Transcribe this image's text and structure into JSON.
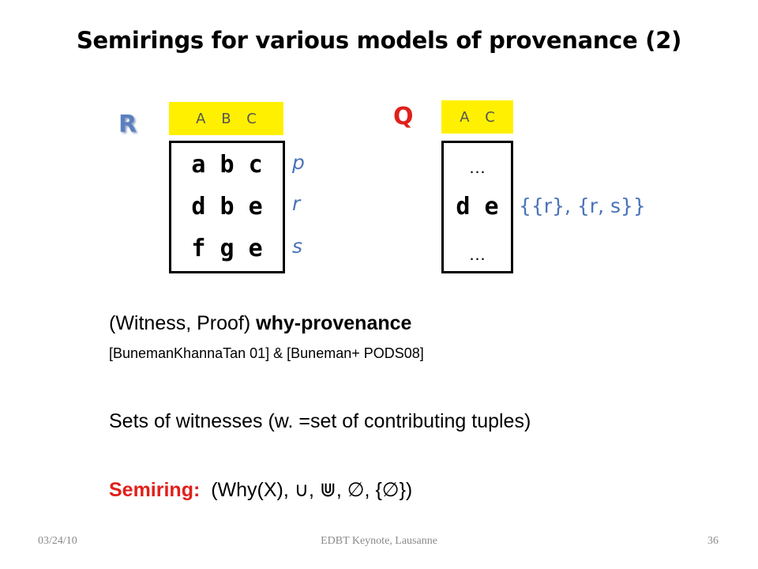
{
  "slide": {
    "title": "Semirings for various models of provenance (2)",
    "relation_R": {
      "label": "R",
      "header": "A B C",
      "rows": [
        "a b c",
        "d b e",
        "f g e"
      ],
      "annotations": [
        "p",
        "r",
        "s"
      ]
    },
    "relation_Q": {
      "label": "Q",
      "header": "A C",
      "rows": [
        "…",
        "d e",
        "…"
      ],
      "annotation": "{{r}, {r, s}}"
    },
    "line1_plain": "(Witness, Proof) ",
    "line1_bold": "why-provenance",
    "line2": "[BunemanKhannaTan 01] & [Buneman+ PODS08]",
    "line3": "Sets of witnesses (w. =set of contributing tuples)",
    "semiring_label": "Semiring:",
    "semiring_value": "(Why(X), ∪, ⋓, ∅, {∅})"
  },
  "footer": {
    "date": "03/24/10",
    "center": "EDBT Keynote, Lausanne",
    "page": "36"
  },
  "colors": {
    "header_fill": "#fff000",
    "accent_red": "#e0201b",
    "accent_blue": "#4a73b8"
  }
}
